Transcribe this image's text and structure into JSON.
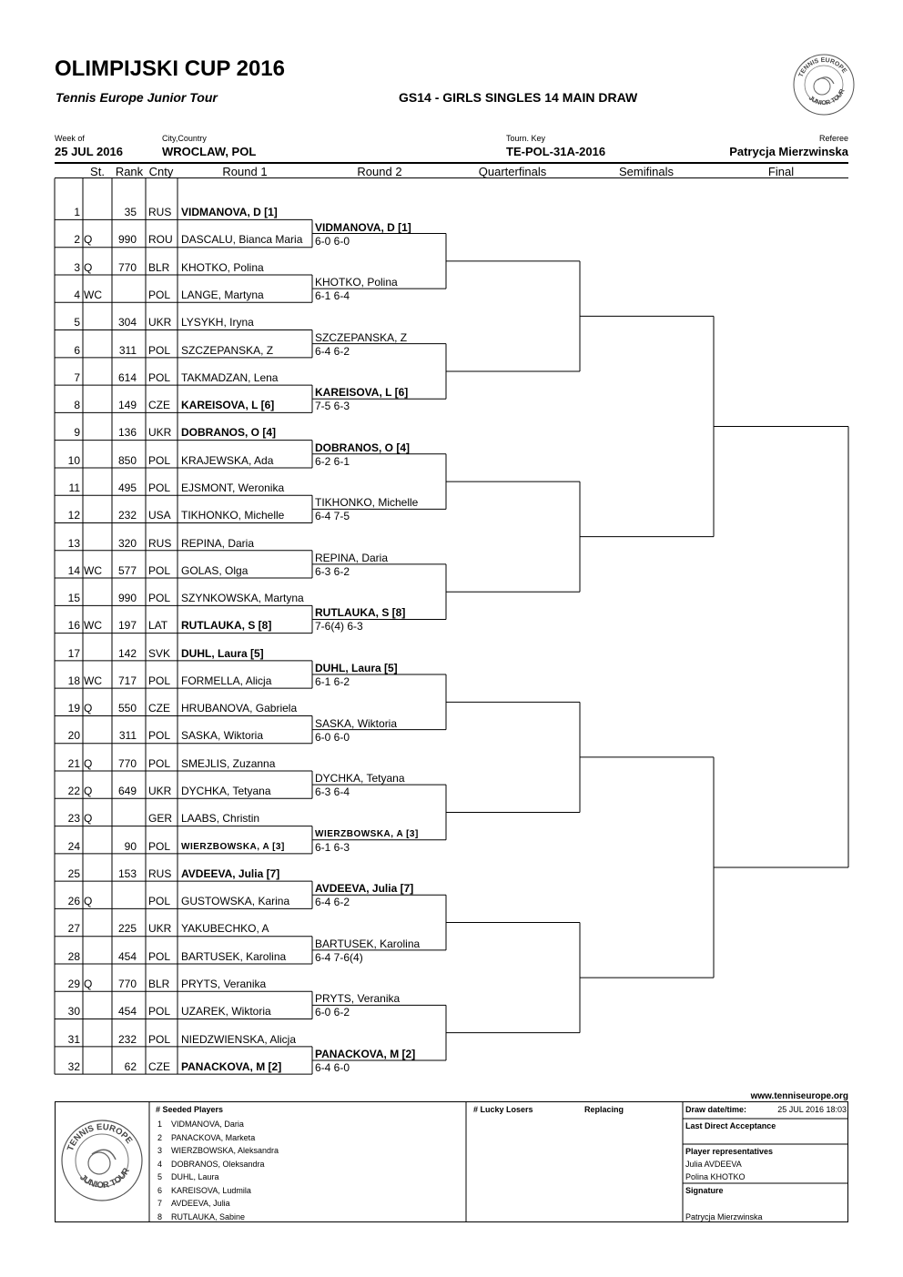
{
  "header": {
    "title": "OLIMPIJSKI CUP 2016",
    "subtitle": "Tennis Europe Junior Tour",
    "draw_name": "GS14 - GIRLS SINGLES 14 MAIN DRAW",
    "week_label": "Week of",
    "week_value": "25 JUL 2016",
    "city_label": "City,Country",
    "city_value": "WROCLAW, POL",
    "key_label": "Tourn. Key",
    "key_value": "TE-POL-31A-2016",
    "referee_label": "Referee",
    "referee_value": "Patrycja Mierzwinska",
    "logo_top": "TENNIS EUROPE",
    "logo_bottom": "JUNIOR TOUR"
  },
  "columns": {
    "st": "St.",
    "rank": "Rank",
    "cnty": "Cnty",
    "round1": "Round 1",
    "round2": "Round 2",
    "qf": "Quarterfinals",
    "sf": "Semifinals",
    "final": "Final"
  },
  "players": [
    {
      "num": "1",
      "st": "",
      "rank": "35",
      "cnty": "RUS",
      "name": "VIDMANOVA, D [1]",
      "seed": true
    },
    {
      "num": "2",
      "st": "Q",
      "rank": "990",
      "cnty": "ROU",
      "name": "DASCALU, Bianca Maria",
      "seed": false
    },
    {
      "num": "3",
      "st": "Q",
      "rank": "770",
      "cnty": "BLR",
      "name": "KHOTKO, Polina",
      "seed": false
    },
    {
      "num": "4",
      "st": "WC",
      "rank": "",
      "cnty": "POL",
      "name": "LANGE, Martyna",
      "seed": false
    },
    {
      "num": "5",
      "st": "",
      "rank": "304",
      "cnty": "UKR",
      "name": "LYSYKH, Iryna",
      "seed": false
    },
    {
      "num": "6",
      "st": "",
      "rank": "311",
      "cnty": "POL",
      "name": "SZCZEPANSKA, Z",
      "seed": false
    },
    {
      "num": "7",
      "st": "",
      "rank": "614",
      "cnty": "POL",
      "name": "TAKMADZAN, Lena",
      "seed": false
    },
    {
      "num": "8",
      "st": "",
      "rank": "149",
      "cnty": "CZE",
      "name": "KAREISOVA, L [6]",
      "seed": true
    },
    {
      "num": "9",
      "st": "",
      "rank": "136",
      "cnty": "UKR",
      "name": "DOBRANOS, O [4]",
      "seed": true
    },
    {
      "num": "10",
      "st": "",
      "rank": "850",
      "cnty": "POL",
      "name": "KRAJEWSKA, Ada",
      "seed": false
    },
    {
      "num": "11",
      "st": "",
      "rank": "495",
      "cnty": "POL",
      "name": "EJSMONT, Weronika",
      "seed": false
    },
    {
      "num": "12",
      "st": "",
      "rank": "232",
      "cnty": "USA",
      "name": "TIKHONKO, Michelle",
      "seed": false
    },
    {
      "num": "13",
      "st": "",
      "rank": "320",
      "cnty": "RUS",
      "name": "REPINA, Daria",
      "seed": false
    },
    {
      "num": "14",
      "st": "WC",
      "rank": "577",
      "cnty": "POL",
      "name": "GOLAS, Olga",
      "seed": false
    },
    {
      "num": "15",
      "st": "",
      "rank": "990",
      "cnty": "POL",
      "name": "SZYNKOWSKA, Martyna",
      "seed": false
    },
    {
      "num": "16",
      "st": "WC",
      "rank": "197",
      "cnty": "LAT",
      "name": "RUTLAUKA, S [8]",
      "seed": true
    },
    {
      "num": "17",
      "st": "",
      "rank": "142",
      "cnty": "SVK",
      "name": "DUHL, Laura [5]",
      "seed": true
    },
    {
      "num": "18",
      "st": "WC",
      "rank": "717",
      "cnty": "POL",
      "name": "FORMELLA, Alicja",
      "seed": false
    },
    {
      "num": "19",
      "st": "Q",
      "rank": "550",
      "cnty": "CZE",
      "name": "HRUBANOVA, Gabriela",
      "seed": false
    },
    {
      "num": "20",
      "st": "",
      "rank": "311",
      "cnty": "POL",
      "name": "SASKA, Wiktoria",
      "seed": false
    },
    {
      "num": "21",
      "st": "Q",
      "rank": "770",
      "cnty": "POL",
      "name": "SMEJLIS, Zuzanna",
      "seed": false
    },
    {
      "num": "22",
      "st": "Q",
      "rank": "649",
      "cnty": "UKR",
      "name": "DYCHKA, Tetyana",
      "seed": false
    },
    {
      "num": "23",
      "st": "Q",
      "rank": "",
      "cnty": "GER",
      "name": "LAABS, Christin",
      "seed": false
    },
    {
      "num": "24",
      "st": "",
      "rank": "90",
      "cnty": "POL",
      "name": "WIERZBOWSKA, A [3]",
      "seed": true,
      "small": true
    },
    {
      "num": "25",
      "st": "",
      "rank": "153",
      "cnty": "RUS",
      "name": "AVDEEVA, Julia [7]",
      "seed": true
    },
    {
      "num": "26",
      "st": "Q",
      "rank": "",
      "cnty": "POL",
      "name": "GUSTOWSKA, Karina",
      "seed": false
    },
    {
      "num": "27",
      "st": "",
      "rank": "225",
      "cnty": "UKR",
      "name": "YAKUBECHKO, A",
      "seed": false
    },
    {
      "num": "28",
      "st": "",
      "rank": "454",
      "cnty": "POL",
      "name": "BARTUSEK, Karolina",
      "seed": false
    },
    {
      "num": "29",
      "st": "Q",
      "rank": "770",
      "cnty": "BLR",
      "name": "PRYTS, Veranika",
      "seed": false
    },
    {
      "num": "30",
      "st": "",
      "rank": "454",
      "cnty": "POL",
      "name": "UZAREK, Wiktoria",
      "seed": false
    },
    {
      "num": "31",
      "st": "",
      "rank": "232",
      "cnty": "POL",
      "name": "NIEDZWIENSKA, Alicja",
      "seed": false
    },
    {
      "num": "32",
      "st": "",
      "rank": "62",
      "cnty": "CZE",
      "name": "PANACKOVA, M [2]",
      "seed": true
    }
  ],
  "round2": [
    {
      "name": "VIDMANOVA, D [1]",
      "score": "6-0 6-0",
      "seed": true
    },
    {
      "name": "KHOTKO, Polina",
      "score": "6-1 6-4",
      "seed": false
    },
    {
      "name": "SZCZEPANSKA, Z",
      "score": "6-4 6-2",
      "seed": false
    },
    {
      "name": "KAREISOVA, L [6]",
      "score": "7-5 6-3",
      "seed": true
    },
    {
      "name": "DOBRANOS, O [4]",
      "score": "6-2 6-1",
      "seed": true
    },
    {
      "name": "TIKHONKO, Michelle",
      "score": "6-4 7-5",
      "seed": false
    },
    {
      "name": "REPINA, Daria",
      "score": "6-3 6-2",
      "seed": false
    },
    {
      "name": "RUTLAUKA, S [8]",
      "score": "7-6(4) 6-3",
      "seed": true
    },
    {
      "name": "DUHL, Laura [5]",
      "score": "6-1 6-2",
      "seed": true
    },
    {
      "name": "SASKA, Wiktoria",
      "score": "6-0 6-0",
      "seed": false
    },
    {
      "name": "DYCHKA, Tetyana",
      "score": "6-3 6-4",
      "seed": false
    },
    {
      "name": "WIERZBOWSKA, A [3]",
      "score": "6-1 6-3",
      "seed": true,
      "small": true
    },
    {
      "name": "AVDEEVA, Julia [7]",
      "score": "6-4 6-2",
      "seed": true
    },
    {
      "name": "BARTUSEK, Karolina",
      "score": "6-4 7-6(4)",
      "seed": false
    },
    {
      "name": "PRYTS, Veranika",
      "score": "6-0 6-2",
      "seed": false
    },
    {
      "name": "PANACKOVA, M [2]",
      "score": "6-4 6-0",
      "seed": true
    }
  ],
  "footer": {
    "website": "www.tenniseurope.org",
    "seeded_header": "#  Seeded Players",
    "seeded": [
      {
        "n": "1",
        "name": "VIDMANOVA, Daria"
      },
      {
        "n": "2",
        "name": "PANACKOVA, Marketa"
      },
      {
        "n": "3",
        "name": "WIERZBOWSKA, Aleksandra"
      },
      {
        "n": "4",
        "name": "DOBRANOS, Oleksandra"
      },
      {
        "n": "5",
        "name": "DUHL, Laura"
      },
      {
        "n": "6",
        "name": "KAREISOVA, Ludmila"
      },
      {
        "n": "7",
        "name": "AVDEEVA, Julia"
      },
      {
        "n": "8",
        "name": "RUTLAUKA, Sabine"
      }
    ],
    "lucky_header": "#  Lucky Losers",
    "replacing": "Replacing",
    "draw_date_label": "Draw date/time:",
    "draw_date_value": "25 JUL 2016 18:03",
    "lda_label": "Last Direct Acceptance",
    "player_reps_label": "Player representatives",
    "rep1": "Julia AVDEEVA",
    "rep2": "Polina KHOTKO",
    "signature_label": "Signature",
    "signature_value": "Patrycja Mierzwinska"
  }
}
